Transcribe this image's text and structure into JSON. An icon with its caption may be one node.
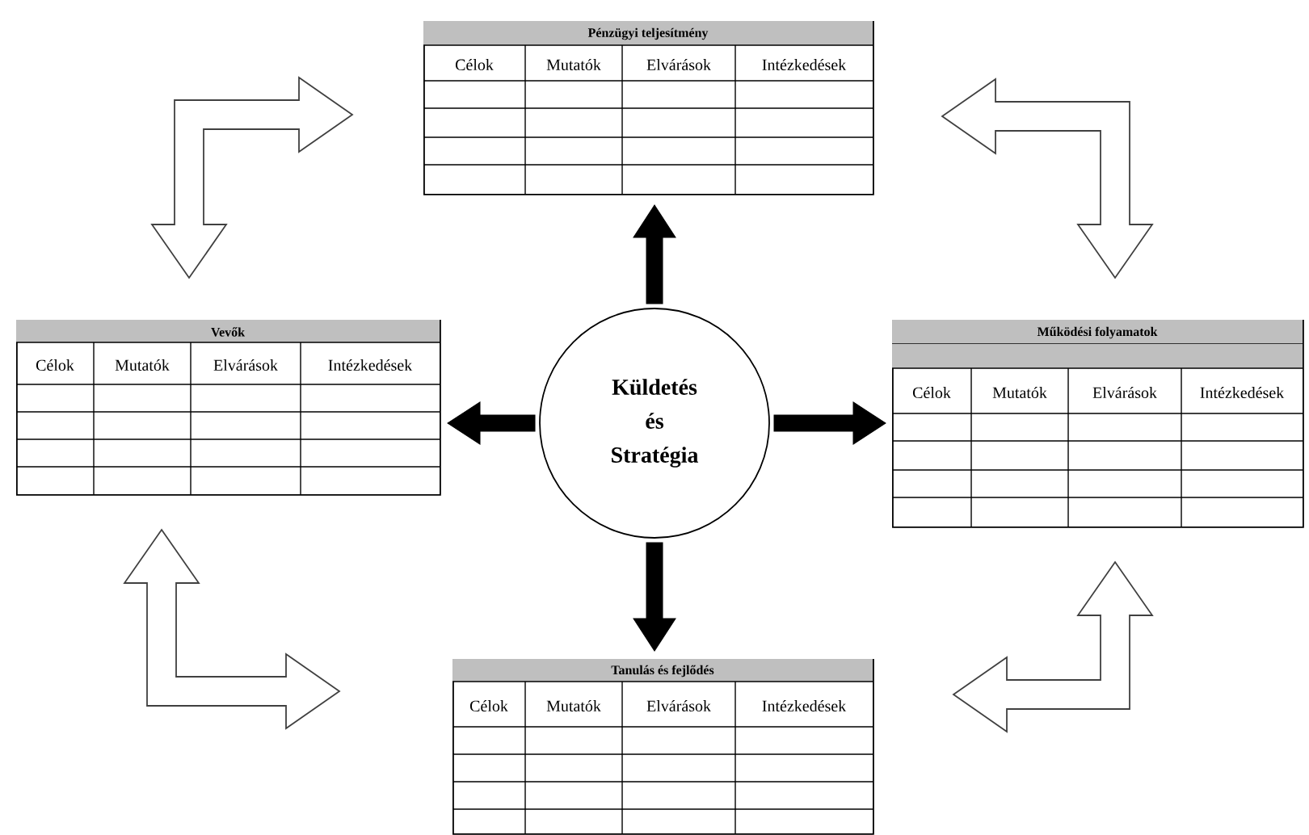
{
  "diagram": {
    "nodes": [
      {
        "text": [
          "Pénzügyi teljesítmény",
          "Célok",
          "Mutatók",
          "Elvárások",
          "Intézkedések"
        ]
      },
      {
        "text": [
          "Vevők",
          "Célok",
          "Mutatók",
          "Elvárások",
          "Intézkedések"
        ]
      },
      {
        "text": [
          "Küldetés és Stratégia"
        ]
      },
      {
        "text": [
          "Működési folyamatok",
          "Célok",
          "Mutatók",
          "Elvárások",
          "Intézkedések"
        ]
      },
      {
        "text": [
          "Tanulás és fejlődés",
          "Célok",
          "Mutatók",
          "Elvárások",
          "Intézkedések"
        ]
      }
    ],
    "edges": [
      {
        "from": 2,
        "to": 0,
        "arrow": "to",
        "style": "thick"
      },
      {
        "from": 2,
        "to": 1,
        "arrow": "to",
        "style": "thick"
      },
      {
        "from": 2,
        "to": 3,
        "arrow": "to",
        "style": "thick"
      },
      {
        "from": 2,
        "to": 4,
        "arrow": "to",
        "style": "thick"
      },
      {
        "from": 1,
        "to": 0,
        "arrow": "both"
      },
      {
        "from": 0,
        "to": 3,
        "arrow": "both"
      },
      {
        "from": 1,
        "to": 4,
        "arrow": "both"
      },
      {
        "from": 4,
        "to": 3,
        "arrow": "both"
      }
    ]
  }
}
